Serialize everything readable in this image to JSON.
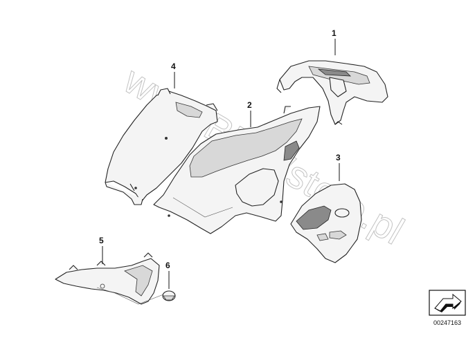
{
  "diagram": {
    "callouts": [
      {
        "id": "1",
        "label": "1"
      },
      {
        "id": "2",
        "label": "2"
      },
      {
        "id": "3",
        "label": "3"
      },
      {
        "id": "4",
        "label": "4"
      },
      {
        "id": "5",
        "label": "5"
      },
      {
        "id": "6",
        "label": "6"
      }
    ],
    "watermark": "www.BMWstore.pl",
    "reference_number": "00247163"
  }
}
